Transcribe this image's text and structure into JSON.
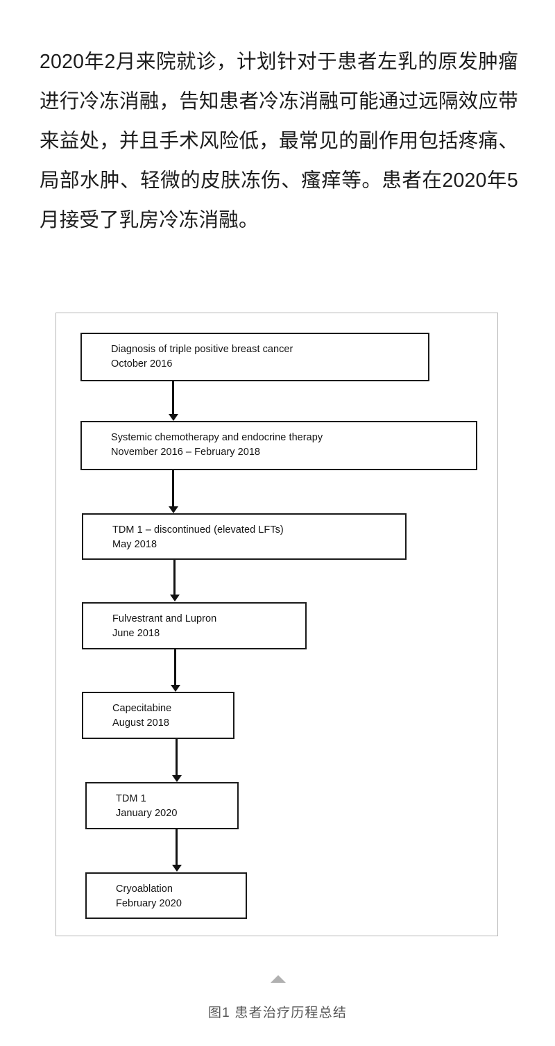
{
  "article": {
    "paragraph": "2020年2月来院就诊，计划针对于患者左乳的原发肿瘤进行冷冻消融，告知患者冷冻消融可能通过远隔效应带来益处，并且手术风险低，最常见的副作用包括疼痛、局部水肿、轻微的皮肤冻伤、瘙痒等。患者在2020年5月接受了乳房冷冻消融。"
  },
  "figure": {
    "caption": "图1  患者治疗历程总结",
    "collapse_marker_icon": "triangle-up-icon",
    "border_color": "#b6b6b6",
    "flowchart": {
      "type": "flow-timeline",
      "node_border_color": "#1a1a1a",
      "connector_color": "#121212",
      "nodes": [
        {
          "title": "Diagnosis of triple positive breast cancer",
          "date": "October 2016"
        },
        {
          "title": "Systemic chemotherapy and endocrine therapy",
          "date": "November 2016 – February 2018"
        },
        {
          "title": "TDM 1 – discontinued (elevated LFTs)",
          "date": "May 2018"
        },
        {
          "title": "Fulvestrant and Lupron",
          "date": "June 2018"
        },
        {
          "title": "Capecitabine",
          "date": "August 2018"
        },
        {
          "title": "TDM 1",
          "date": "January 2020"
        },
        {
          "title": "Cryoablation",
          "date": "February 2020"
        }
      ]
    }
  }
}
